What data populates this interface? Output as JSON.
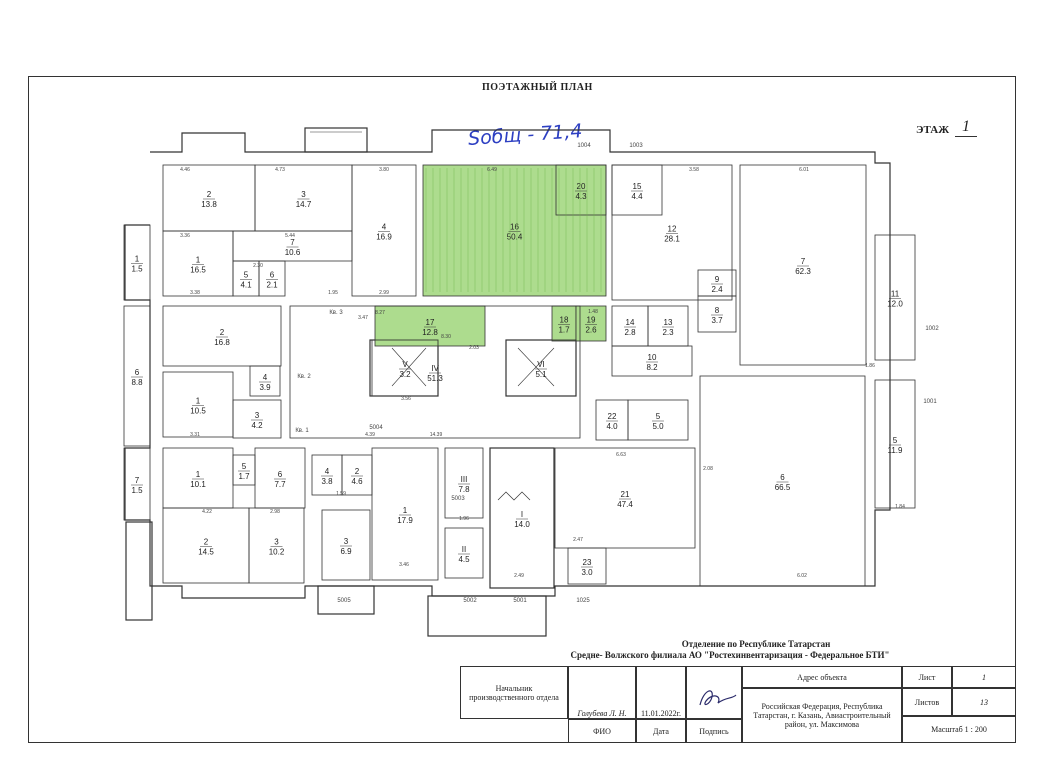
{
  "header": {
    "title": "ПОЭТАЖНЫЙ ПЛАН",
    "floor_label": "ЭТАЖ",
    "floor_number": "1",
    "handwritten_note": "Sобщ - 71,4"
  },
  "rooms": [
    {
      "key": "r2a",
      "num": "2",
      "area": "13.8",
      "highlight": false
    },
    {
      "key": "r3a",
      "num": "3",
      "area": "14.7",
      "highlight": false
    },
    {
      "key": "r4a",
      "num": "4",
      "area": "16.9",
      "highlight": false
    },
    {
      "key": "r1a",
      "num": "1",
      "area": "16.5",
      "highlight": false
    },
    {
      "key": "r7a",
      "num": "7",
      "area": "10.6",
      "highlight": false
    },
    {
      "key": "r5a",
      "num": "5",
      "area": "4.1",
      "highlight": false
    },
    {
      "key": "r6a",
      "num": "6",
      "area": "2.1",
      "highlight": false
    },
    {
      "key": "r1s",
      "num": "1",
      "area": "1.5",
      "highlight": false
    },
    {
      "key": "r16",
      "num": "16",
      "area": "50.4",
      "highlight": true
    },
    {
      "key": "r20",
      "num": "20",
      "area": "4.3",
      "highlight": false
    },
    {
      "key": "r15",
      "num": "15",
      "area": "4.4",
      "highlight": false
    },
    {
      "key": "r12",
      "num": "12",
      "area": "28.1",
      "highlight": false
    },
    {
      "key": "r7b",
      "num": "7",
      "area": "62.3",
      "highlight": false
    },
    {
      "key": "r9",
      "num": "9",
      "area": "2.4",
      "highlight": false
    },
    {
      "key": "r8",
      "num": "8",
      "area": "3.7",
      "highlight": false
    },
    {
      "key": "r11",
      "num": "11",
      "area": "12.0",
      "highlight": false
    },
    {
      "key": "r17",
      "num": "17",
      "area": "12.8",
      "highlight": true
    },
    {
      "key": "r18",
      "num": "18",
      "area": "1.7",
      "highlight": true
    },
    {
      "key": "r19",
      "num": "19",
      "area": "2.6",
      "highlight": true
    },
    {
      "key": "r14",
      "num": "14",
      "area": "2.8",
      "highlight": false
    },
    {
      "key": "r13",
      "num": "13",
      "area": "2.3",
      "highlight": false
    },
    {
      "key": "r10",
      "num": "10",
      "area": "8.2",
      "highlight": false
    },
    {
      "key": "r22",
      "num": "22",
      "area": "4.0",
      "highlight": false
    },
    {
      "key": "r5b",
      "num": "5",
      "area": "5.0",
      "highlight": false
    },
    {
      "key": "r2b",
      "num": "2",
      "area": "16.8",
      "highlight": false
    },
    {
      "key": "r4b",
      "num": "4",
      "area": "3.9",
      "highlight": false
    },
    {
      "key": "r1b",
      "num": "1",
      "area": "10.5",
      "highlight": false
    },
    {
      "key": "r3b",
      "num": "3",
      "area": "4.2",
      "highlight": false
    },
    {
      "key": "r6b",
      "num": "6",
      "area": "8.8",
      "highlight": false
    },
    {
      "key": "rIV",
      "num": "IV",
      "area": "51.3",
      "highlight": false
    },
    {
      "key": "rV",
      "num": "V",
      "area": "3.2",
      "highlight": false
    },
    {
      "key": "rVI",
      "num": "VI",
      "area": "5.1",
      "highlight": false
    },
    {
      "key": "r6c",
      "num": "6",
      "area": "66.5",
      "highlight": false
    },
    {
      "key": "r5c",
      "num": "5",
      "area": "11.9",
      "highlight": false
    },
    {
      "key": "r1c",
      "num": "1",
      "area": "10.1",
      "highlight": false
    },
    {
      "key": "r5d",
      "num": "5",
      "area": "1.7",
      "highlight": false
    },
    {
      "key": "r6d",
      "num": "6",
      "area": "7.7",
      "highlight": false
    },
    {
      "key": "r4c",
      "num": "4",
      "area": "3.8",
      "highlight": false
    },
    {
      "key": "r2c",
      "num": "2",
      "area": "4.6",
      "highlight": false
    },
    {
      "key": "r1d",
      "num": "1",
      "area": "17.9",
      "highlight": false
    },
    {
      "key": "rIII",
      "num": "III",
      "area": "7.8",
      "highlight": false
    },
    {
      "key": "rI",
      "num": "I",
      "area": "14.0",
      "highlight": false
    },
    {
      "key": "r2d",
      "num": "2",
      "area": "14.5",
      "highlight": false
    },
    {
      "key": "r3d",
      "num": "3",
      "area": "10.2",
      "highlight": false
    },
    {
      "key": "r3e",
      "num": "3",
      "area": "6.9",
      "highlight": false
    },
    {
      "key": "rII",
      "num": "II",
      "area": "4.5",
      "highlight": false
    },
    {
      "key": "r21",
      "num": "21",
      "area": "47.4",
      "highlight": false
    },
    {
      "key": "r23",
      "num": "23",
      "area": "3.0",
      "highlight": false
    },
    {
      "key": "r7c",
      "num": "7",
      "area": "1.5",
      "highlight": false
    }
  ],
  "labels": {
    "kv3": "Кв. 3",
    "kv2": "Кв. 2",
    "kv1": "Кв. 1",
    "d5004": "5004",
    "d5003": "5003",
    "d5005": "5005",
    "d5002": "5002",
    "d5001": "5001",
    "d1004": "1004",
    "d1003": "1003",
    "d1002": "1002",
    "d1001": "1001",
    "d1025": "1025"
  },
  "dimensions": [
    "4.46",
    "4.73",
    "3.80",
    "6.49",
    "3.58",
    "6.01",
    "3.36",
    "5.44",
    "2.99",
    "3.38",
    "2.30",
    "1.95",
    "8.27",
    "1.48",
    "8.30",
    "3.47",
    "2.03",
    "3.56",
    "4.39",
    "14.39",
    "3.31",
    "6.63",
    "2.08",
    "6.02",
    "4.22",
    "2.98",
    "3.46",
    "1.59",
    "1.96",
    "2.49",
    "2.47",
    "1.86",
    "1.84"
  ],
  "organization": {
    "line1": "Отделение по Республике Татарстан",
    "line2": "Средне- Волжского филиала АО \"Ростехинвентаризация - Федеральное БТИ\""
  },
  "stamp": {
    "position": "Начальник производственного отдела",
    "name": "Голубева Л. Н.",
    "date": "11.01.2022г.",
    "col_fio": "ФИО",
    "col_date": "Дата",
    "col_signature": "Подпись",
    "address_header": "Адрес объекта",
    "address": "Российская Федерация, Республика Татарстан, г. Казань, Авиастроительный район, ул. Максимова",
    "sheet_label": "Лист",
    "sheet_value": "1",
    "sheets_label": "Листов",
    "sheets_value": "13",
    "scale": "Масштаб 1 : 200"
  }
}
